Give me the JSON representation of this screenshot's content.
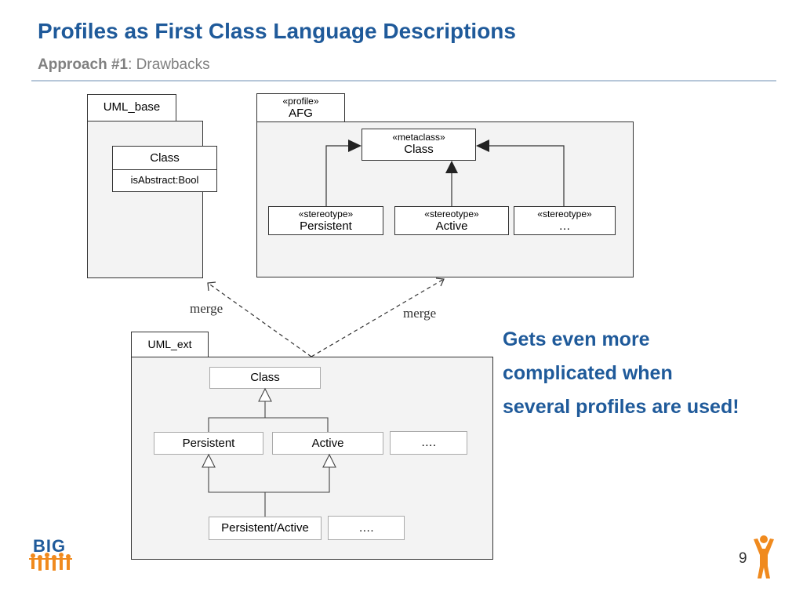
{
  "header": {
    "title": "Profiles as First Class Language Descriptions",
    "subtitle_bold": "Approach #1",
    "subtitle_rest": ": Drawbacks"
  },
  "uml_base": {
    "tab_label": "UML_base",
    "class_name": "Class",
    "attribute": "isAbstract:Bool"
  },
  "afg": {
    "tab_stereotype": "«profile»",
    "tab_label": "AFG",
    "metaclass_stereotype": "«metaclass»",
    "metaclass_name": "Class",
    "stereotypes": [
      {
        "stereotype": "«stereotype»",
        "name": "Persistent"
      },
      {
        "stereotype": "«stereotype»",
        "name": "Active"
      },
      {
        "stereotype": "«stereotype»",
        "name": "…"
      }
    ]
  },
  "merge_labels": [
    "merge",
    "merge"
  ],
  "uml_ext": {
    "tab_label": "UML_ext",
    "class_name": "Class",
    "persistent": "Persistent",
    "active": "Active",
    "more_1": "….",
    "combined": "Persistent/Active",
    "more_2": "…."
  },
  "callout": {
    "lines": [
      "Gets even more",
      "complicated when",
      "several profiles are used!"
    ],
    "color": "#1f5a9a"
  },
  "footer": {
    "logo_text": "BIG",
    "page_number": "9"
  }
}
